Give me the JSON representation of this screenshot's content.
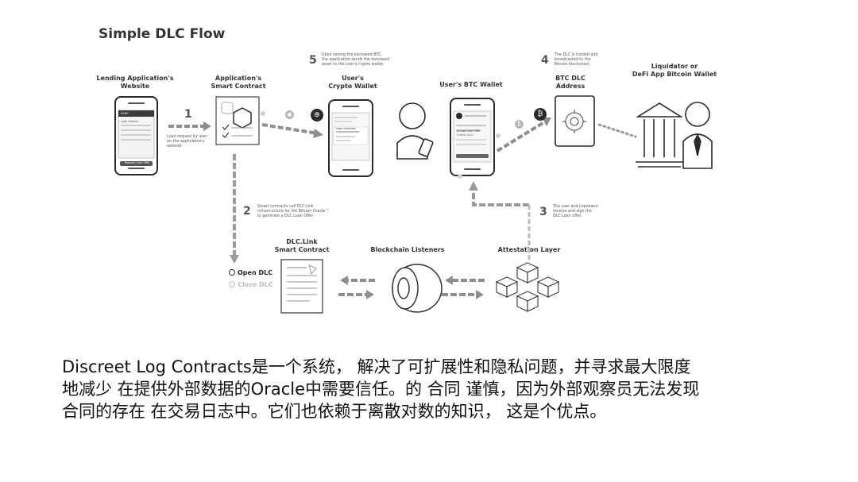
{
  "title": "Simple DLC Flow",
  "labels": {
    "lending_site": [
      "Lending Application's",
      "Website"
    ],
    "smart_contract": [
      "Application's",
      "Smart Contract"
    ],
    "user_crypto_wallet": [
      "User's",
      "Crypto Wallet"
    ],
    "user_btc_wallet": "User's BTC Wallet",
    "btc_dlc_address": [
      "BTC DLC",
      "Address"
    ],
    "liquidator": [
      "Liquidator or",
      "DeFi App Bitcoin Wallet"
    ],
    "dlc_link": [
      "DLC.Link",
      "Smart Contract"
    ],
    "blockchain_listeners": "Blockchain Listeners",
    "attestation_layer": "Attestation Layer"
  },
  "steps": {
    "s1": {
      "num": "1",
      "text": [
        "Loan request by user",
        "on the application's",
        "website"
      ]
    },
    "s2": {
      "num": "2",
      "text": [
        "Smart contracts call DLC.Link",
        "infrastructure for the Bitcoin Oracle™",
        "to generate a DLC Loan Offer"
      ]
    },
    "s3": {
      "num": "3",
      "text": [
        "The user and Liquidator",
        "receive and sign the",
        "DLC Loan offer."
      ]
    },
    "s4": {
      "num": "4",
      "text": [
        "The DLC is funded and",
        "broadcasted to the",
        "Bitcoin blockchain."
      ]
    },
    "s5": {
      "num": "5",
      "text": [
        "Upon seeing the escrowed BTC,",
        "the application sends the borrowed",
        "asset to the user's crypto wallet."
      ]
    }
  },
  "phone_texts": {
    "loan": "Loan",
    "loan_details": "Loan Details",
    "loan_btn": "Request Loan Offer",
    "loan_received": "Loan received",
    "accept_offer": "Accept Loan Offer",
    "dlc_label": "(Oracle DLC)"
  },
  "radio": {
    "open": "Open DLC",
    "close": "Close DLC"
  },
  "paragraph": [
    "Discreet Log Contracts是一个系统， 解决了可扩展性和隐私问题，并寻求最大限度",
    "地减少 在提供外部数据的Oracle中需要信任。的 合同 谨慎，因为外部观察员无法发现",
    "合同的存在 在交易日志中。它们也依赖于离散对数的知识， 这是个优点。"
  ],
  "colors": {
    "ink": "#2a2a2a",
    "grey": "#9a9a9a",
    "light": "#cfcfcf"
  }
}
